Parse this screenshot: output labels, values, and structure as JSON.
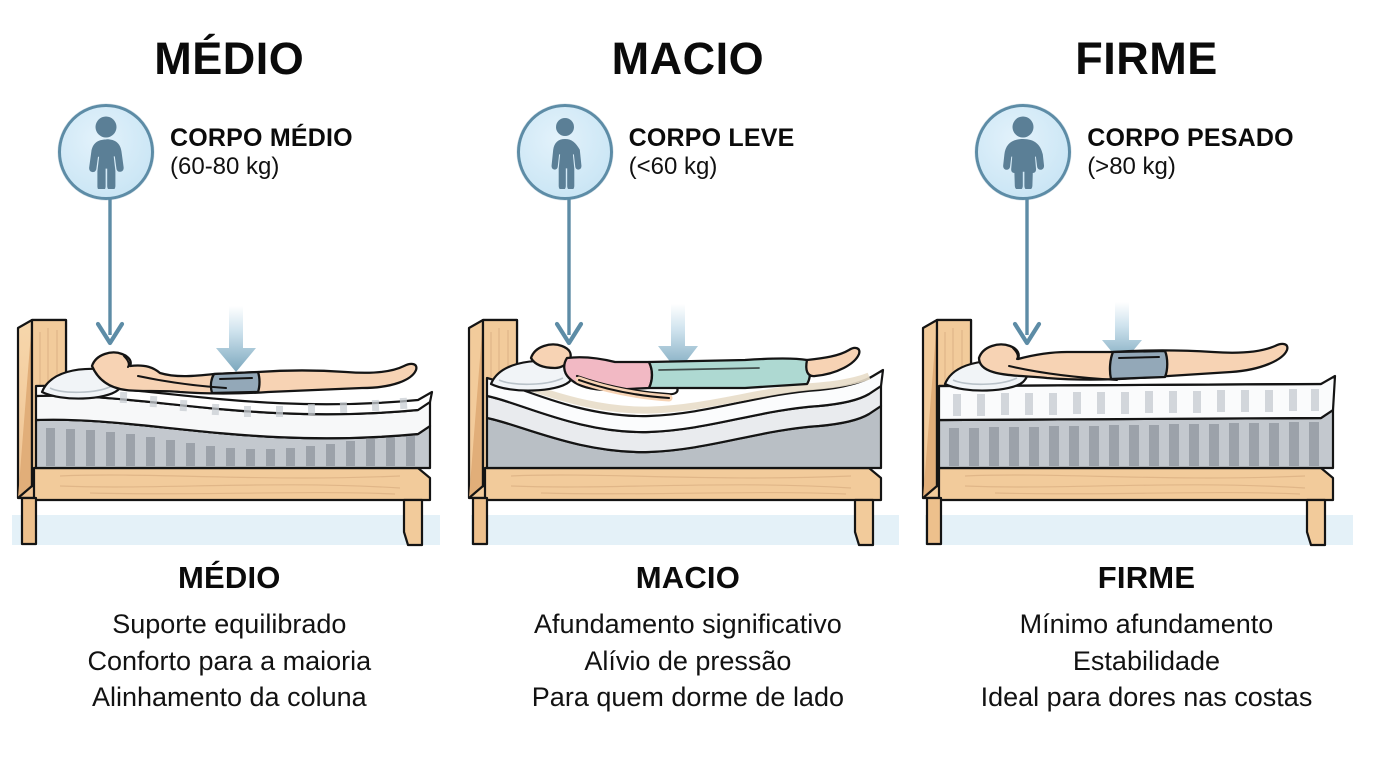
{
  "palette": {
    "badge_fill": "#cfe8f6",
    "badge_stroke": "#5d8ca6",
    "person_glyph": "#5b7f96",
    "arrow_steel": "#6b9ab3",
    "wood_face": "#f2cb9b",
    "wood_side": "#e3b27d",
    "wood_line": "#1b1b1b",
    "mattress_top": "#fdfdfd",
    "mattress_mid": "#f4f5f6",
    "spring_gray": "#b6bcc2",
    "spring_gray_dark": "#979ea6",
    "skin": "#f7d3b4",
    "shorts": "#93a8b8",
    "shirt_pink": "#f2b9c4",
    "pants_green": "#aed9d2",
    "floor": "#e2f0f8",
    "outline": "#141414",
    "text": "#0b0b0b"
  },
  "panels": [
    {
      "id": "medio",
      "title": "MÉDIO",
      "badge": {
        "icon": "person-medium-icon",
        "label": "CORPO MÉDIO",
        "weight": "(60-80 kg)",
        "body_type": "medium"
      },
      "connector_icon": "down-arrow-thin-icon",
      "pressure_icon": "down-arrow-gradient-icon",
      "mattress": {
        "firmness": "medium",
        "sink": "moderate",
        "construction": "spring",
        "sleeper_outfit": "bare-with-shorts"
      },
      "caption": {
        "title": "MÉDIO",
        "lines": [
          "Suporte equilibrado",
          "Conforto para a maioria",
          "Alinhamento da coluna"
        ]
      }
    },
    {
      "id": "macio",
      "title": "MACIO",
      "badge": {
        "icon": "person-light-icon",
        "label": "CORPO LEVE",
        "weight": "(<60 kg)",
        "body_type": "light"
      },
      "connector_icon": "down-arrow-thin-icon",
      "pressure_icon": "down-arrow-gradient-icon",
      "mattress": {
        "firmness": "soft",
        "sink": "deep",
        "construction": "foam",
        "sleeper_outfit": "pink-top-green-pants"
      },
      "caption": {
        "title": "MACIO",
        "lines": [
          "Afundamento significativo",
          "Alívio de pressão",
          "Para quem dorme de lado"
        ]
      }
    },
    {
      "id": "firme",
      "title": "FIRME",
      "badge": {
        "icon": "person-heavy-icon",
        "label": "CORPO PESADO",
        "weight": "(>80 kg)",
        "body_type": "heavy"
      },
      "connector_icon": "down-arrow-thin-icon",
      "pressure_icon": "down-arrow-gradient-icon",
      "mattress": {
        "firmness": "firm",
        "sink": "minimal",
        "construction": "spring",
        "sleeper_outfit": "bare-with-shorts"
      },
      "caption": {
        "title": "FIRME",
        "lines": [
          "Mínimo afundamento",
          "Estabilidade",
          "Ideal para dores nas costas"
        ]
      }
    }
  ]
}
